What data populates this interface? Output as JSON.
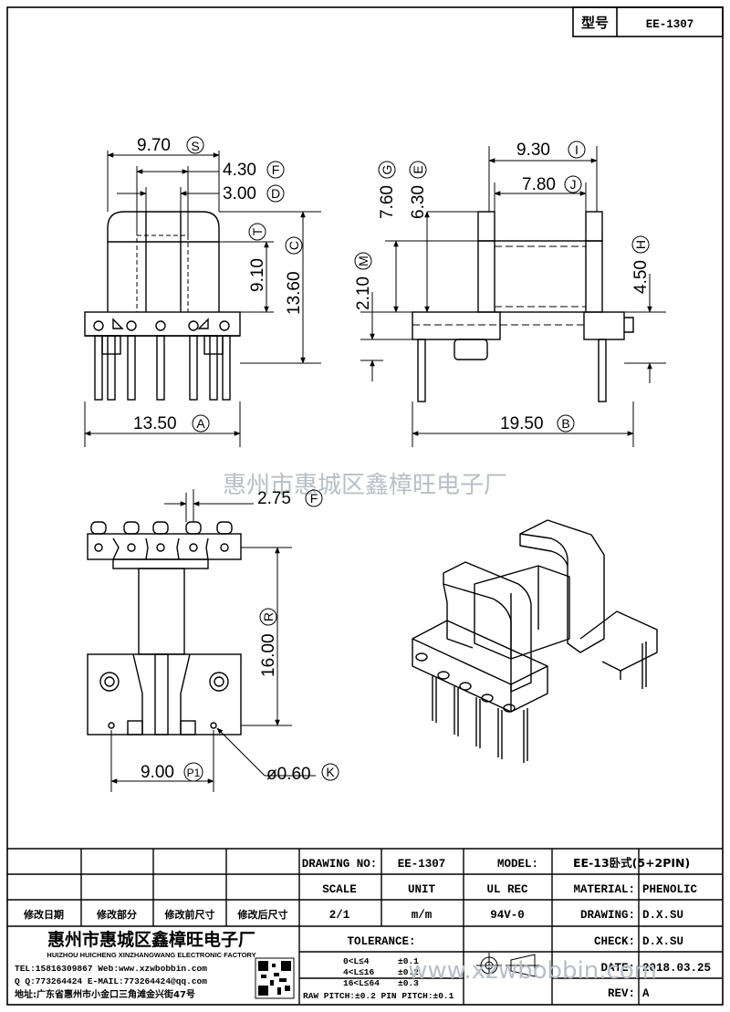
{
  "header": {
    "type_label": "型号",
    "model_no": "EE-1307"
  },
  "dimensions": {
    "S": "9.70",
    "F": "4.30",
    "D": "3.00",
    "T": "9.10",
    "C": "13.60",
    "A": "13.50",
    "G": "7.60",
    "E": "6.30",
    "I": "9.30",
    "J": "7.80",
    "M": "2.10",
    "H": "4.50",
    "B": "19.50",
    "F2": "2.75",
    "R": "16.00",
    "P1": "9.00",
    "K": "ø0.60"
  },
  "watermark": "惠州市惠城区鑫樟旺电子厂",
  "title_block": {
    "drawing_no_label": "DRAWING NO:",
    "drawing_no": "EE-1307",
    "model_label": "MODEL:",
    "model": "EE-13卧式(5+2PIN)",
    "scale_label": "SCALE",
    "unit_label": "UNIT",
    "ul_rec_label": "UL REC",
    "material_label": "MATERIAL:",
    "material": "PHENOLIC",
    "scale": "2/1",
    "unit": "m/m",
    "ul_rec": "94V-0",
    "drawing_label": "DRAWING:",
    "drawing": "D.X.SU",
    "check_label": "CHECK:",
    "check": "D.X.SU",
    "date_label": "DATE:",
    "date": "2018.03.25",
    "rev_label": "REV:",
    "rev": "A",
    "rev_cols": [
      "修改日期",
      "修改部分",
      "修改前尺寸",
      "修改后尺寸"
    ],
    "tolerance_label": "TOLERANCE:",
    "tolerances": [
      {
        "range": "0<L≤4",
        "tol": "±0.1"
      },
      {
        "range": "4<L≤16",
        "tol": "±0.2"
      },
      {
        "range": "16<L≤64",
        "tol": "±0.3"
      }
    ],
    "pitch_note": "RAW PITCH:±0.2 PIN PITCH:±0.1"
  },
  "company": {
    "name_cn": "惠州市惠城区鑫樟旺电子厂",
    "name_en": "HUIZHOU HUICHENG XINZHANGWANG ELECTRONIC FACTORY",
    "tel_line": "TEL:15816309867 Web:www.xzwbobbin.com",
    "qq_line": "Q Q:773264424 E-MAIL:773264424@qq.com",
    "address": "地址:广东省惠州市小金口三角滩金兴街47号",
    "footer_url": "www.xzwbobbin.com"
  }
}
